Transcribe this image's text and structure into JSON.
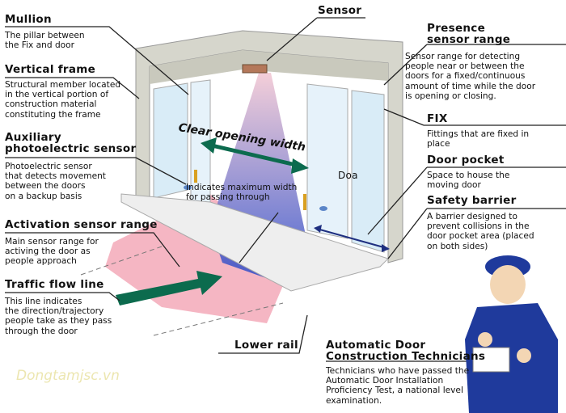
{
  "labels": {
    "mullion": {
      "title": "Mullion",
      "desc": [
        "The pillar between",
        "the Fix and door"
      ]
    },
    "vertical_frame": {
      "title": "Vertical frame",
      "desc": [
        "Structural member located",
        "in the vertical portion of",
        "construction material",
        "constituting the frame"
      ]
    },
    "auxiliary": {
      "title": [
        "Auxiliary",
        "photoelectric sensor"
      ],
      "desc": [
        "Photoelectric sensor",
        "that detects movement",
        "between the doors",
        "on a backup basis"
      ]
    },
    "activation": {
      "title": "Activation sensor range",
      "desc": [
        "Main sensor range for",
        "activing the door as",
        "people approach"
      ]
    },
    "traffic": {
      "title": "Traffic flow line",
      "desc": [
        "This line indicates",
        "the direction/trajectory",
        "people take as they pass",
        "through the door"
      ]
    },
    "sensor": {
      "title": "Sensor"
    },
    "presence": {
      "title": [
        "Presence",
        "sensor range"
      ],
      "desc": [
        "Sensor range for detecting",
        "people near or between the",
        "doors for a fixed/continuous",
        "amount of time while the door",
        "is opening or closing."
      ]
    },
    "fix": {
      "title": "FIX",
      "desc": [
        "Fittings that are fixed in",
        "place"
      ]
    },
    "door_pocket": {
      "title": "Door pocket",
      "desc": [
        "Space to house the",
        "moving door"
      ]
    },
    "safety_barrier": {
      "title": "Safety barrier",
      "desc": [
        "A barrier designed to",
        "prevent collisions in the",
        "door pocket area (placed",
        "on both sides)"
      ]
    },
    "clear_opening": "Clear opening width",
    "max_width": [
      "Indicates maximum width",
      "for passing through"
    ],
    "doa": "Doa",
    "lower_rail": "Lower rail",
    "technicians": {
      "title": [
        "Automatic Door",
        "Construction Technicians"
      ],
      "desc": [
        "Technicians who have passed the",
        "Automatic Door Installation",
        "Proficiency Test, a national level",
        "examination."
      ]
    }
  },
  "watermark": "Dongtamjsc.vn",
  "colors": {
    "frame": "#d6d6cc",
    "glass": "#d9ecf7",
    "activation": "#f3a9b8",
    "traffic": "#0c6b4e",
    "presence": "#2a52c8",
    "uniform": "#1f3a9c"
  }
}
